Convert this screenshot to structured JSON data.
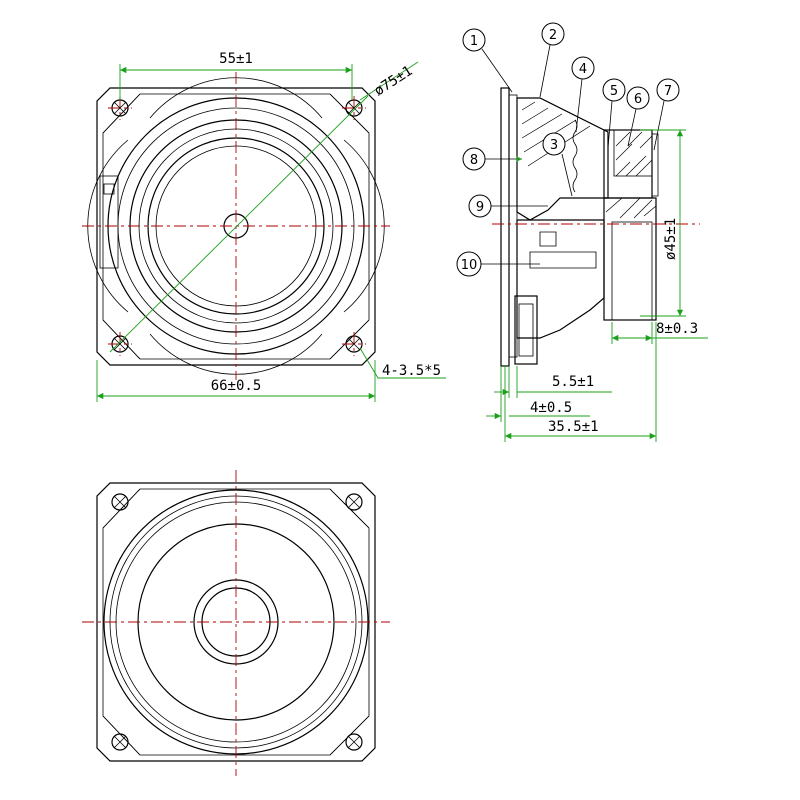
{
  "front_view": {
    "dim_mount_spacing": "55±1",
    "dim_bolt_circle": "ø75±1",
    "dim_overall_width": "66±0.5",
    "dim_holes": "4-3.5*5"
  },
  "side_view": {
    "callouts": [
      "1",
      "2",
      "3",
      "4",
      "5",
      "6",
      "7",
      "8",
      "9",
      "10"
    ],
    "dim_magnet_diameter": "ø45±1",
    "dim_magnet_depth": "8±0.3",
    "dim_frame_flange": "5.5±1",
    "dim_front_plate": "4±0.5",
    "dim_overall_depth": "35.5±1"
  },
  "colors": {
    "outline": "#000000",
    "center_line": "#b00000",
    "dimension_line": "#1aa01a"
  }
}
